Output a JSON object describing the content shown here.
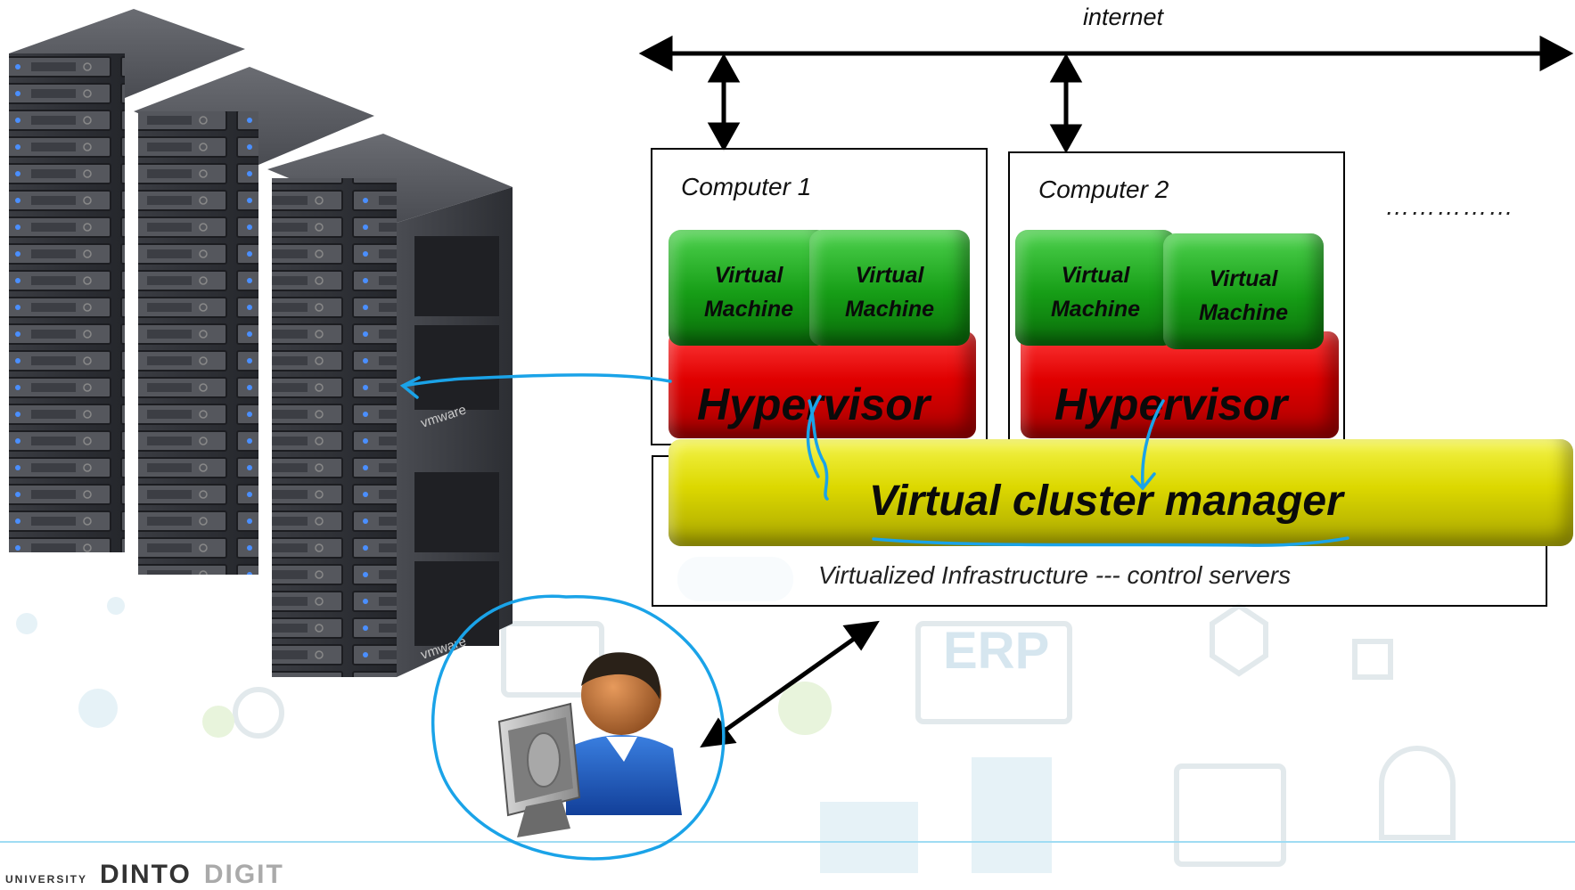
{
  "network": {
    "label": "internet"
  },
  "computers": [
    {
      "title": "Computer 1",
      "vms": [
        "Virtual\nMachine",
        "Virtual\nMachine"
      ],
      "hypervisor": "Hypervisor"
    },
    {
      "title": "Computer 2",
      "vms": [
        "Virtual\nMachine",
        "Virtual\nMachine"
      ],
      "hypervisor": "Hypervisor"
    }
  ],
  "more_computers": "……………",
  "cluster_manager": "Virtual cluster manager",
  "infrastructure": "Virtualized Infrastructure --- control servers",
  "server_rack": {
    "brand": "vmware"
  },
  "footer": {
    "logos": [
      "UNIVERSITY",
      "DINTO",
      "DIGIT"
    ]
  },
  "colors": {
    "vm": "#169d16",
    "hypervisor": "#e00000",
    "cluster_manager": "#dcd800",
    "annotation": "#1aa3e8"
  }
}
